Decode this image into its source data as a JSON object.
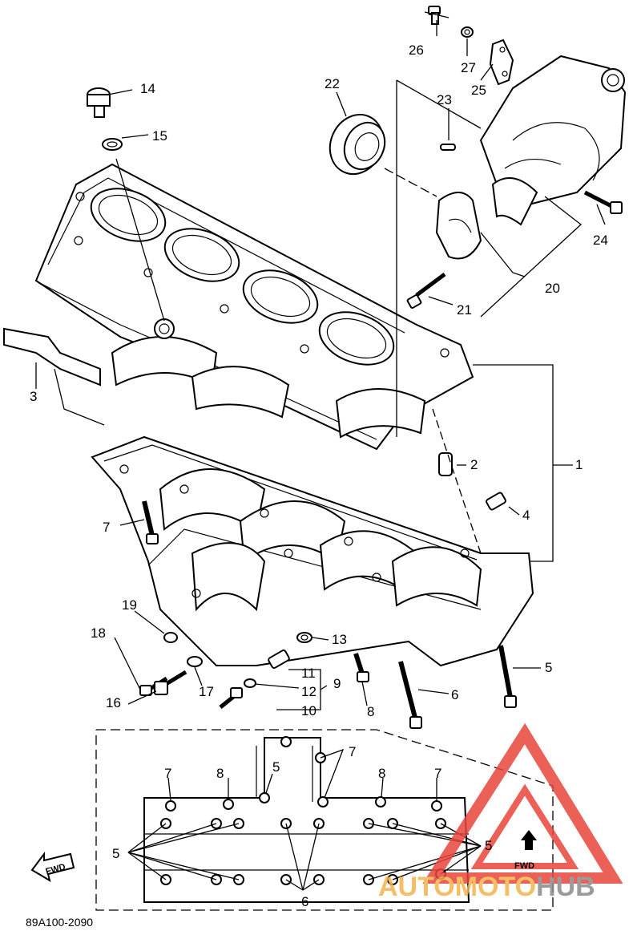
{
  "diagram_code": "89A100-2090",
  "fwd_label_left": "FWD",
  "fwd_label_right": "FWD",
  "watermark": {
    "part1": "AUTOMOTO",
    "part2": "HUB",
    "color_part1": "#f4b24a",
    "color_part2": "#8a8a8a",
    "triangle_color": "#e8463c"
  },
  "callouts": [
    {
      "id": "c1",
      "label": "1"
    },
    {
      "id": "c2",
      "label": "2"
    },
    {
      "id": "c3",
      "label": "3"
    },
    {
      "id": "c4",
      "label": "4"
    },
    {
      "id": "c5a",
      "label": "5"
    },
    {
      "id": "c5b",
      "label": "5"
    },
    {
      "id": "c5c",
      "label": "5"
    },
    {
      "id": "c5d",
      "label": "5"
    },
    {
      "id": "c6a",
      "label": "6"
    },
    {
      "id": "c6b",
      "label": "6"
    },
    {
      "id": "c7a",
      "label": "7"
    },
    {
      "id": "c7b",
      "label": "7"
    },
    {
      "id": "c7c",
      "label": "7"
    },
    {
      "id": "c7d",
      "label": "7"
    },
    {
      "id": "c8a",
      "label": "8"
    },
    {
      "id": "c8b",
      "label": "8"
    },
    {
      "id": "c8c",
      "label": "8"
    },
    {
      "id": "c9",
      "label": "9"
    },
    {
      "id": "c10",
      "label": "10"
    },
    {
      "id": "c11",
      "label": "11"
    },
    {
      "id": "c12",
      "label": "12"
    },
    {
      "id": "c13",
      "label": "13"
    },
    {
      "id": "c14",
      "label": "14"
    },
    {
      "id": "c15",
      "label": "15"
    },
    {
      "id": "c16",
      "label": "16"
    },
    {
      "id": "c17",
      "label": "17"
    },
    {
      "id": "c18",
      "label": "18"
    },
    {
      "id": "c19",
      "label": "19"
    },
    {
      "id": "c20",
      "label": "20"
    },
    {
      "id": "c21",
      "label": "21"
    },
    {
      "id": "c22",
      "label": "22"
    },
    {
      "id": "c23",
      "label": "23"
    },
    {
      "id": "c24",
      "label": "24"
    },
    {
      "id": "c25",
      "label": "25"
    },
    {
      "id": "c26",
      "label": "26"
    },
    {
      "id": "c27",
      "label": "27"
    }
  ]
}
